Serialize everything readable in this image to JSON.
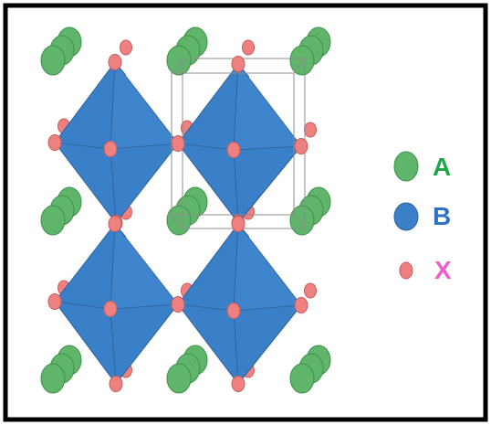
{
  "colors": {
    "frame": "#000000",
    "background": "#ffffff",
    "A": "#5fb56a",
    "A_stroke": "#3f8f4a",
    "B": "#3a80c9",
    "B_edge": "#2c5f94",
    "X": "#ee8080",
    "X_stroke": "#c85c5c",
    "unit_cell": "#8c8c8c",
    "label_A": "#22a64a",
    "label_B": "#2f72c4",
    "label_X": "#ee5fc8"
  },
  "legend": {
    "A": {
      "label": "A",
      "icon": "green-sphere"
    },
    "B": {
      "label": "B",
      "icon": "blue-sphere"
    },
    "X": {
      "label": "X",
      "icon": "pink-sphere"
    }
  }
}
